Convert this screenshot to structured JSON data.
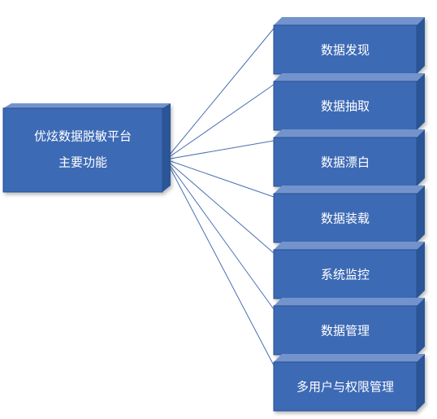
{
  "root": {
    "lines": [
      "优炫数据脱敏平台",
      "主要功能"
    ]
  },
  "items": [
    {
      "label": "数据发现"
    },
    {
      "label": "数据抽取"
    },
    {
      "label": "数据漂白"
    },
    {
      "label": "数据装载"
    },
    {
      "label": "系统监控"
    },
    {
      "label": "数据管理"
    },
    {
      "label": "多用户与权限管理"
    }
  ],
  "colors": {
    "front": "#3d6bb5",
    "side": "#2c5497",
    "top": "#7393cc",
    "edge": "#2a4f8e",
    "connector": "#4a6fb1"
  }
}
